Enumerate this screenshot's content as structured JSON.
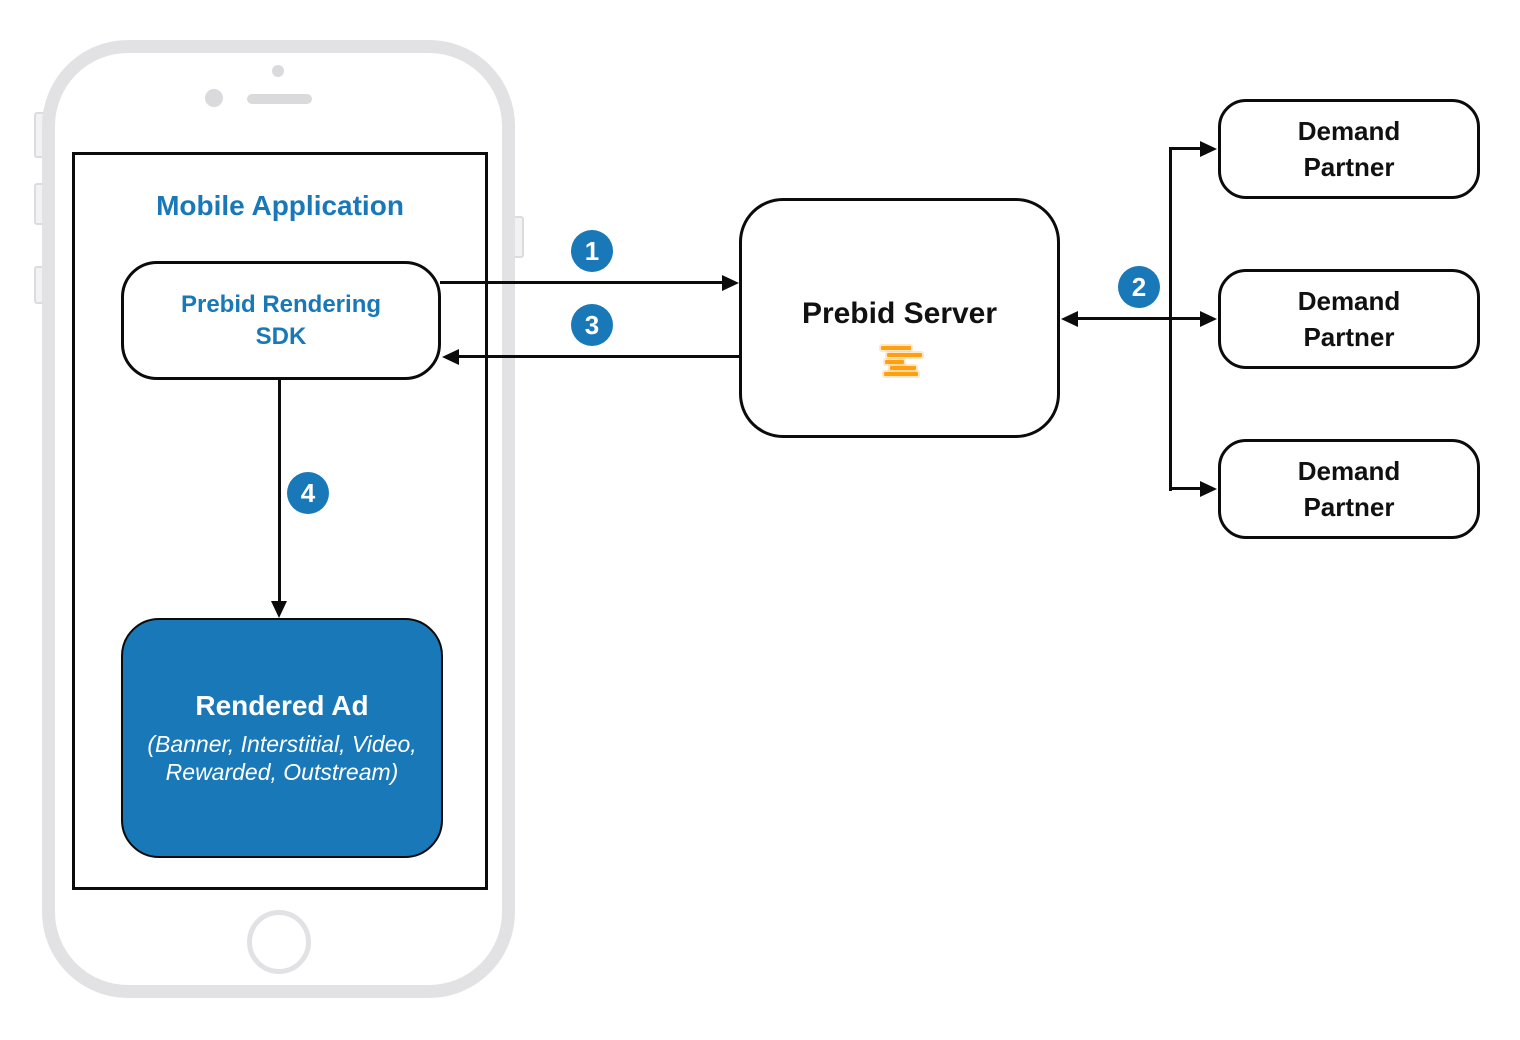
{
  "colors": {
    "accent_blue": "#1878b8",
    "brand_orange": "#ffa013",
    "connector_black": "#0b0b0b",
    "phone_gray": "#e2e2e5"
  },
  "mobile_application": {
    "title": "Mobile Application"
  },
  "sdk": {
    "label": "Prebid Rendering\nSDK"
  },
  "rendered_ad": {
    "title": "Rendered Ad",
    "subtitle": "(Banner, Interstitial, Video,\nRewarded, Outstream)"
  },
  "prebid_server": {
    "label": "Prebid Server",
    "logo": "prebid-logo-icon"
  },
  "demand_partners": [
    {
      "label": "Demand\nPartner"
    },
    {
      "label": "Demand\nPartner"
    },
    {
      "label": "Demand\nPartner"
    }
  ],
  "steps": {
    "step1": "1",
    "step2": "2",
    "step3": "3",
    "step4": "4"
  }
}
